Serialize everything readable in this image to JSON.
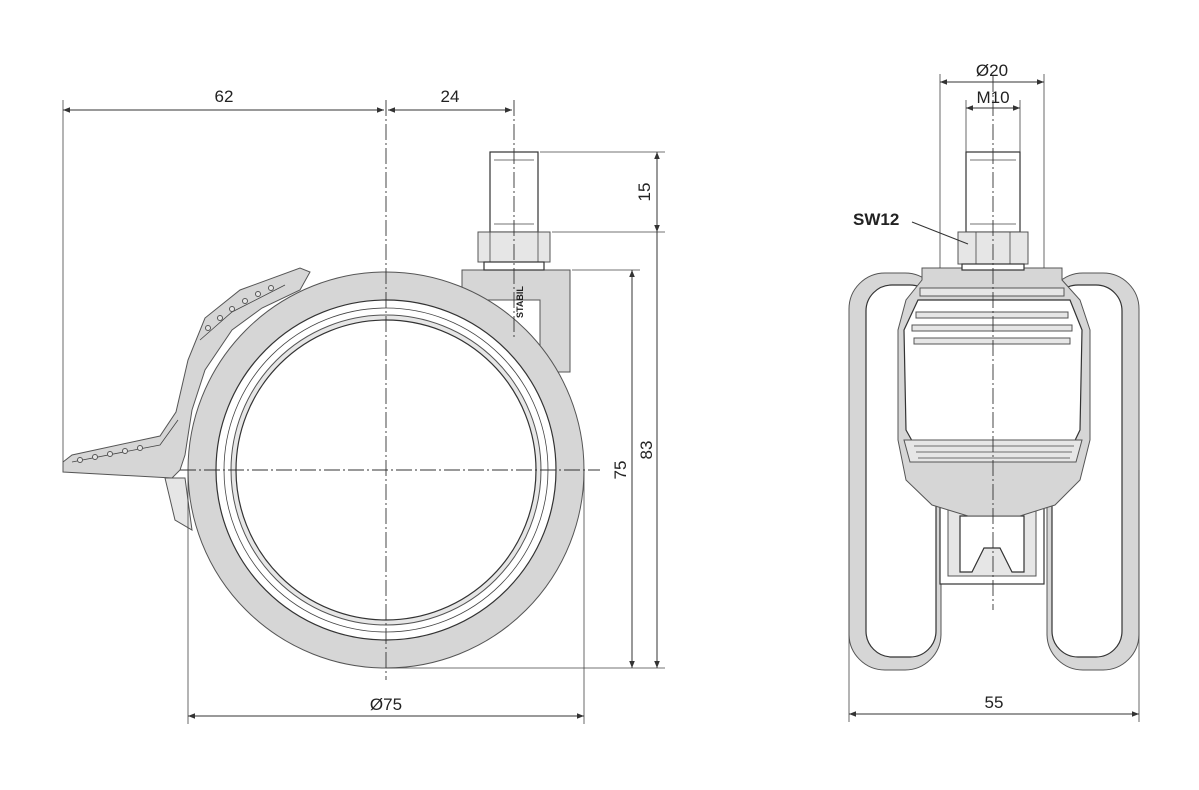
{
  "side_view": {
    "dim_left": "62",
    "dim_right": "24",
    "dim_stem": "15",
    "dim_height_75": "75",
    "dim_height_83": "83",
    "dim_diameter": "Ø75",
    "brand_text": "STABIL"
  },
  "front_view": {
    "dim_diameter_20": "Ø20",
    "dim_thread": "M10",
    "wrench_label": "SW12",
    "dim_width": "55"
  }
}
